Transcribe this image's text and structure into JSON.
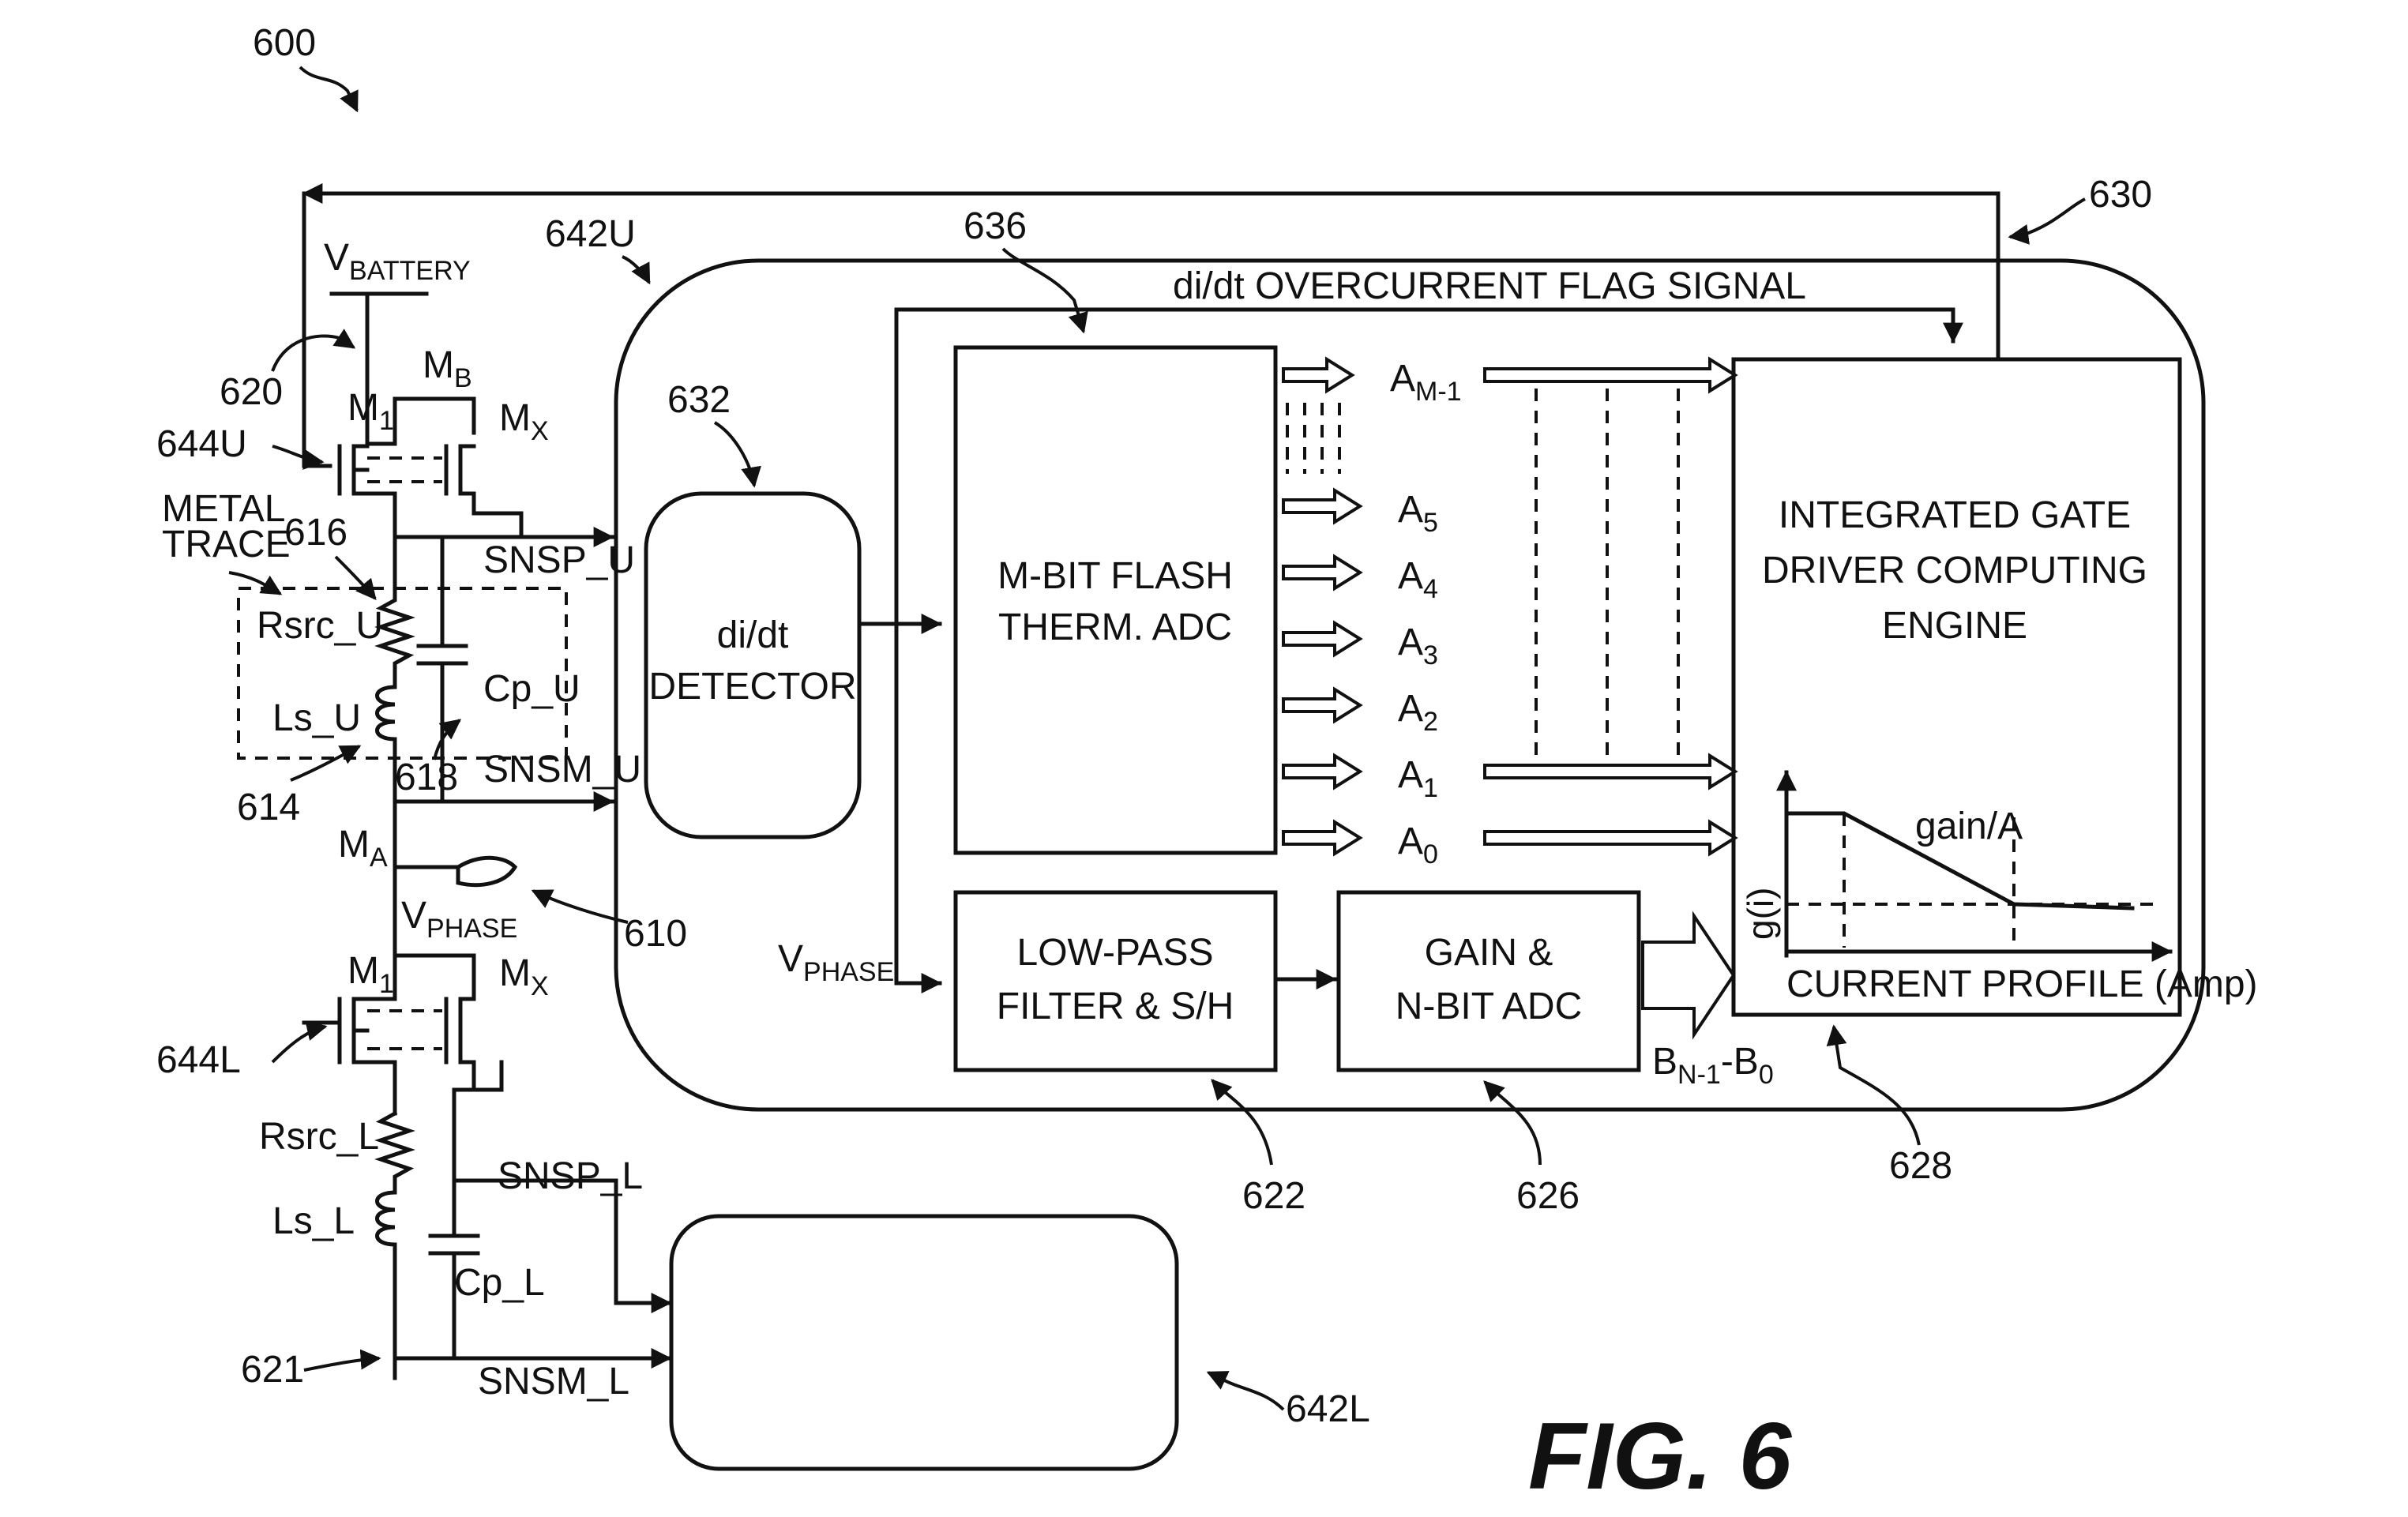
{
  "figure": {
    "number": "600",
    "caption": "FIG. 6",
    "flag_signal": "di/dt OVERCURRENT FLAG SIGNAL"
  },
  "refs": {
    "upper_module": "642U",
    "lower_module": "642L",
    "detector": "632",
    "flash_adc": "636",
    "feedback": "630",
    "battery": "620",
    "phase_node": "610",
    "trace": "616",
    "inductance": "614",
    "capacitance": "618",
    "upper_gate": "644U",
    "lower_gate": "644L",
    "lpf": "622",
    "gain_adc": "626",
    "engine": "628",
    "ground": "621"
  },
  "blocks": {
    "detector": [
      "di/dt",
      "DETECTOR"
    ],
    "flash_adc": [
      "M-BIT FLASH",
      "THERM. ADC"
    ],
    "lpf": [
      "LOW-PASS",
      "FILTER & S/H"
    ],
    "gain_adc": [
      "GAIN &",
      "N-BIT ADC"
    ],
    "engine": [
      "INTEGRATED GATE",
      "DRIVER COMPUTING",
      "ENGINE"
    ]
  },
  "engine_plot": {
    "ylabel": "g(i)",
    "slope_label": "gain/A",
    "xlabel": "CURRENT PROFILE (Amp)"
  },
  "adc_outputs": [
    {
      "base": "A",
      "sub": "M-1"
    },
    {
      "base": "A",
      "sub": "5"
    },
    {
      "base": "A",
      "sub": "4"
    },
    {
      "base": "A",
      "sub": "3"
    },
    {
      "base": "A",
      "sub": "2"
    },
    {
      "base": "A",
      "sub": "1"
    },
    {
      "base": "A",
      "sub": "0"
    }
  ],
  "bus_output": {
    "b1": "B",
    "s1": "N-1",
    "mid": "-B",
    "s2": "0"
  },
  "circuit": {
    "vbattery": {
      "base": "V",
      "sub": "BATTERY"
    },
    "vphase": {
      "base": "V",
      "sub": "PHASE"
    },
    "vphase_in": {
      "base": "V",
      "sub": "PHASE"
    },
    "upper_main": {
      "base": "M",
      "sub": "1"
    },
    "upper_bypass": {
      "base": "M",
      "sub": "B"
    },
    "upper_mirror": {
      "base": "M",
      "sub": "X"
    },
    "node_a": {
      "base": "M",
      "sub": "A"
    },
    "lower_main": {
      "base": "M",
      "sub": "1"
    },
    "lower_mirror": {
      "base": "M",
      "sub": "X"
    },
    "metal_trace": [
      "METAL",
      "TRACE"
    ],
    "rsrc_u": "Rsrc_U",
    "ls_u": "Ls_U",
    "cp_u": "Cp_U",
    "snsp_u": "SNSP_U",
    "snsm_u": "SNSM_U",
    "rsrc_l": "Rsrc_L",
    "ls_l": "Ls_L",
    "cp_l": "Cp_L",
    "snsp_l": "SNSP_L",
    "snsm_l": "SNSM_L"
  }
}
